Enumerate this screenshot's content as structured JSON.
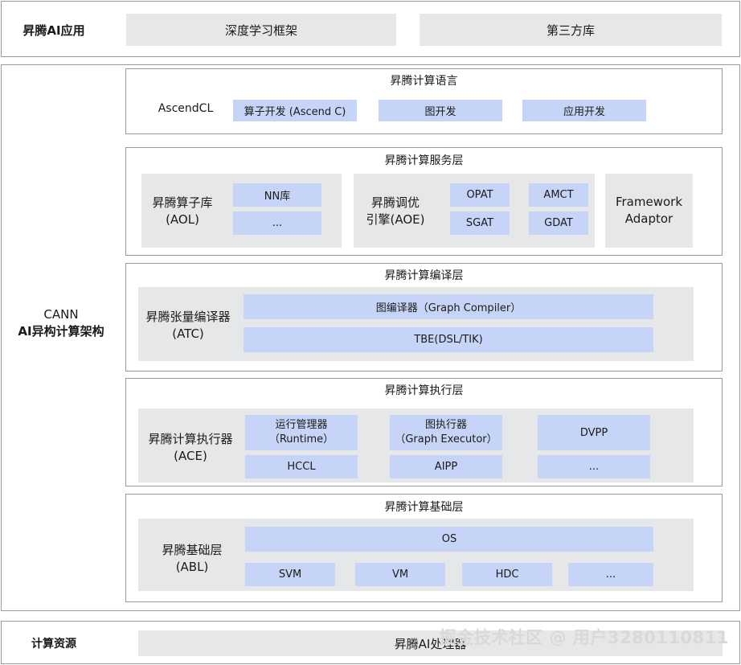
{
  "app_layer": {
    "title": "昇腾AI应用",
    "items": [
      "深度学习框架",
      "第三方库"
    ]
  },
  "cann": {
    "label_line1": "CANN",
    "label_line2": "AI异构计算架构",
    "language_layer": {
      "title": "昇腾计算语言",
      "ascendcl": "AscendCL",
      "items": [
        "算子开发 (Ascend C)",
        "图开发",
        "应用开发"
      ]
    },
    "service_layer": {
      "title": "昇腾计算服务层",
      "aol_label_1": "昇腾算子库",
      "aol_label_2": "(AOL)",
      "aol_items": [
        "NN库",
        "..."
      ],
      "aoe_label_1": "昇腾调优",
      "aoe_label_2": "引擎(AOE)",
      "aoe_items": [
        "OPAT",
        "AMCT",
        "SGAT",
        "GDAT"
      ],
      "framework_1": "Framework",
      "framework_2": "Adaptor"
    },
    "compile_layer": {
      "title": "昇腾计算编译层",
      "atc_label_1": "昇腾张量编译器",
      "atc_label_2": "(ATC)",
      "items": [
        "图编译器（Graph Compiler）",
        "TBE(DSL/TIK)"
      ]
    },
    "execute_layer": {
      "title": "昇腾计算执行层",
      "ace_label_1": "昇腾计算执行器",
      "ace_label_2": "(ACE)",
      "runtime_1": "运行管理器",
      "runtime_2": "（Runtime）",
      "graph_exec_1": "图执行器",
      "graph_exec_2": "（Graph Executor）",
      "dvpp": "DVPP",
      "hccl": "HCCL",
      "aipp": "AIPP",
      "more": "..."
    },
    "base_layer": {
      "title": "昇腾计算基础层",
      "abl_label_1": "昇腾基础层",
      "abl_label_2": "(ABL)",
      "os": "OS",
      "items": [
        "SVM",
        "VM",
        "HDC",
        "..."
      ]
    }
  },
  "resource_layer": {
    "title": "计算资源",
    "processor": "昇腾AI处理器"
  },
  "watermark": "掘金技术社区 @ 用户3280110811"
}
